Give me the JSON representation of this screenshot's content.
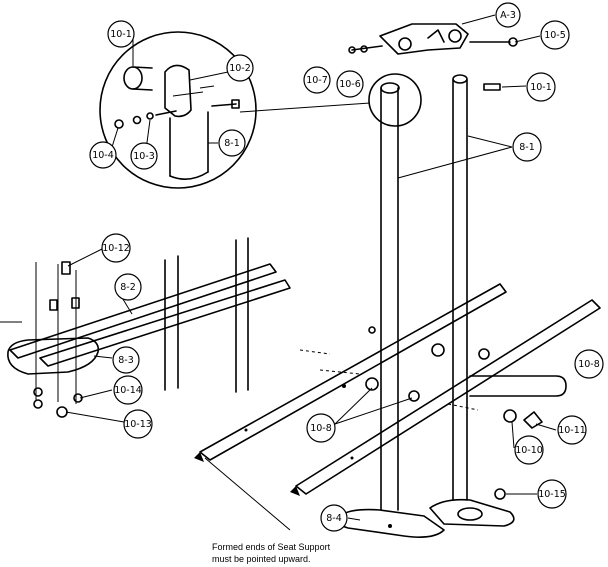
{
  "labels": {
    "a3": "A-3",
    "p10_5": "10-5",
    "p10_7": "10-7",
    "p10_6": "10-6",
    "p10_1_right": "10-1",
    "p8_1": "8-1",
    "p10_1_detail": "10-1",
    "p10_2": "10-2",
    "p10_4": "10-4",
    "p10_3": "10-3",
    "p8_1_detail": "8-1",
    "p10_12": "10-12",
    "p8_2": "8-2",
    "p8_3": "8-3",
    "p10_14": "10-14",
    "p10_13": "10-13",
    "p10_8_left": "10-8",
    "p10_8_right": "10-8",
    "p10_11": "10-11",
    "p10_10": "10-10",
    "p10_15": "10-15",
    "p8_4": "8-4"
  },
  "note": {
    "line1": "Formed ends of Seat Support",
    "line2": "must be pointed upward."
  }
}
